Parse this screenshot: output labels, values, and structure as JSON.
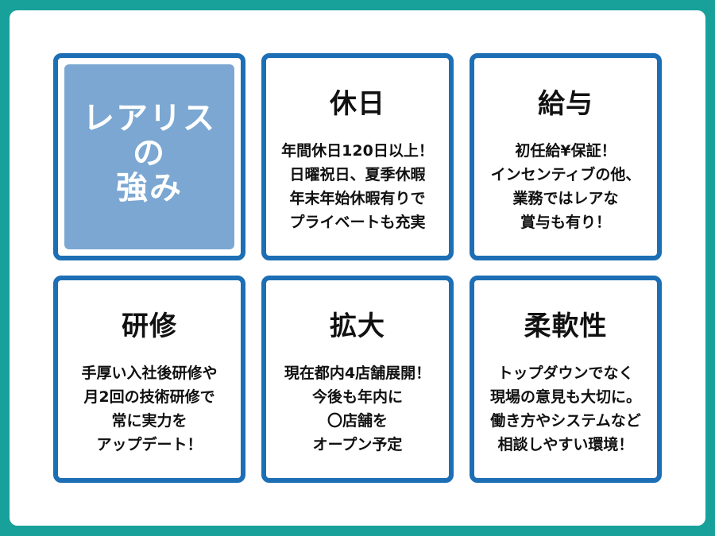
{
  "colors": {
    "outer_background": "#17a19a",
    "panel_background": "#ffffff",
    "card_border": "#1d6fb5",
    "brand_fill": "#7ba7d2",
    "text": "#111111"
  },
  "brand_card": {
    "lines": [
      "レアリス",
      "の",
      "強み"
    ]
  },
  "cards": [
    {
      "title": "休日",
      "lines": [
        "年間休日120日以上！",
        "日曜祝日、夏季休暇",
        "年末年始休暇有りで",
        "プライベートも充実"
      ]
    },
    {
      "title": "給与",
      "lines": [
        "初任給¥保証！",
        "インセンティブの他、",
        "業務ではレアな",
        "賞与も有り！"
      ]
    },
    {
      "title": "研修",
      "lines": [
        "手厚い入社後研修や",
        "月2回の技術研修で",
        "常に実力を",
        "アップデート！"
      ]
    },
    {
      "title": "拡大",
      "lines": [
        "現在都内4店舗展開！",
        "今後も年内に",
        "〇店舗を",
        "オープン予定"
      ]
    },
    {
      "title": "柔軟性",
      "lines": [
        "トップダウンでなく",
        "現場の意見も大切に。",
        "働き方やシステムなど",
        "相談しやすい環境！"
      ]
    }
  ]
}
